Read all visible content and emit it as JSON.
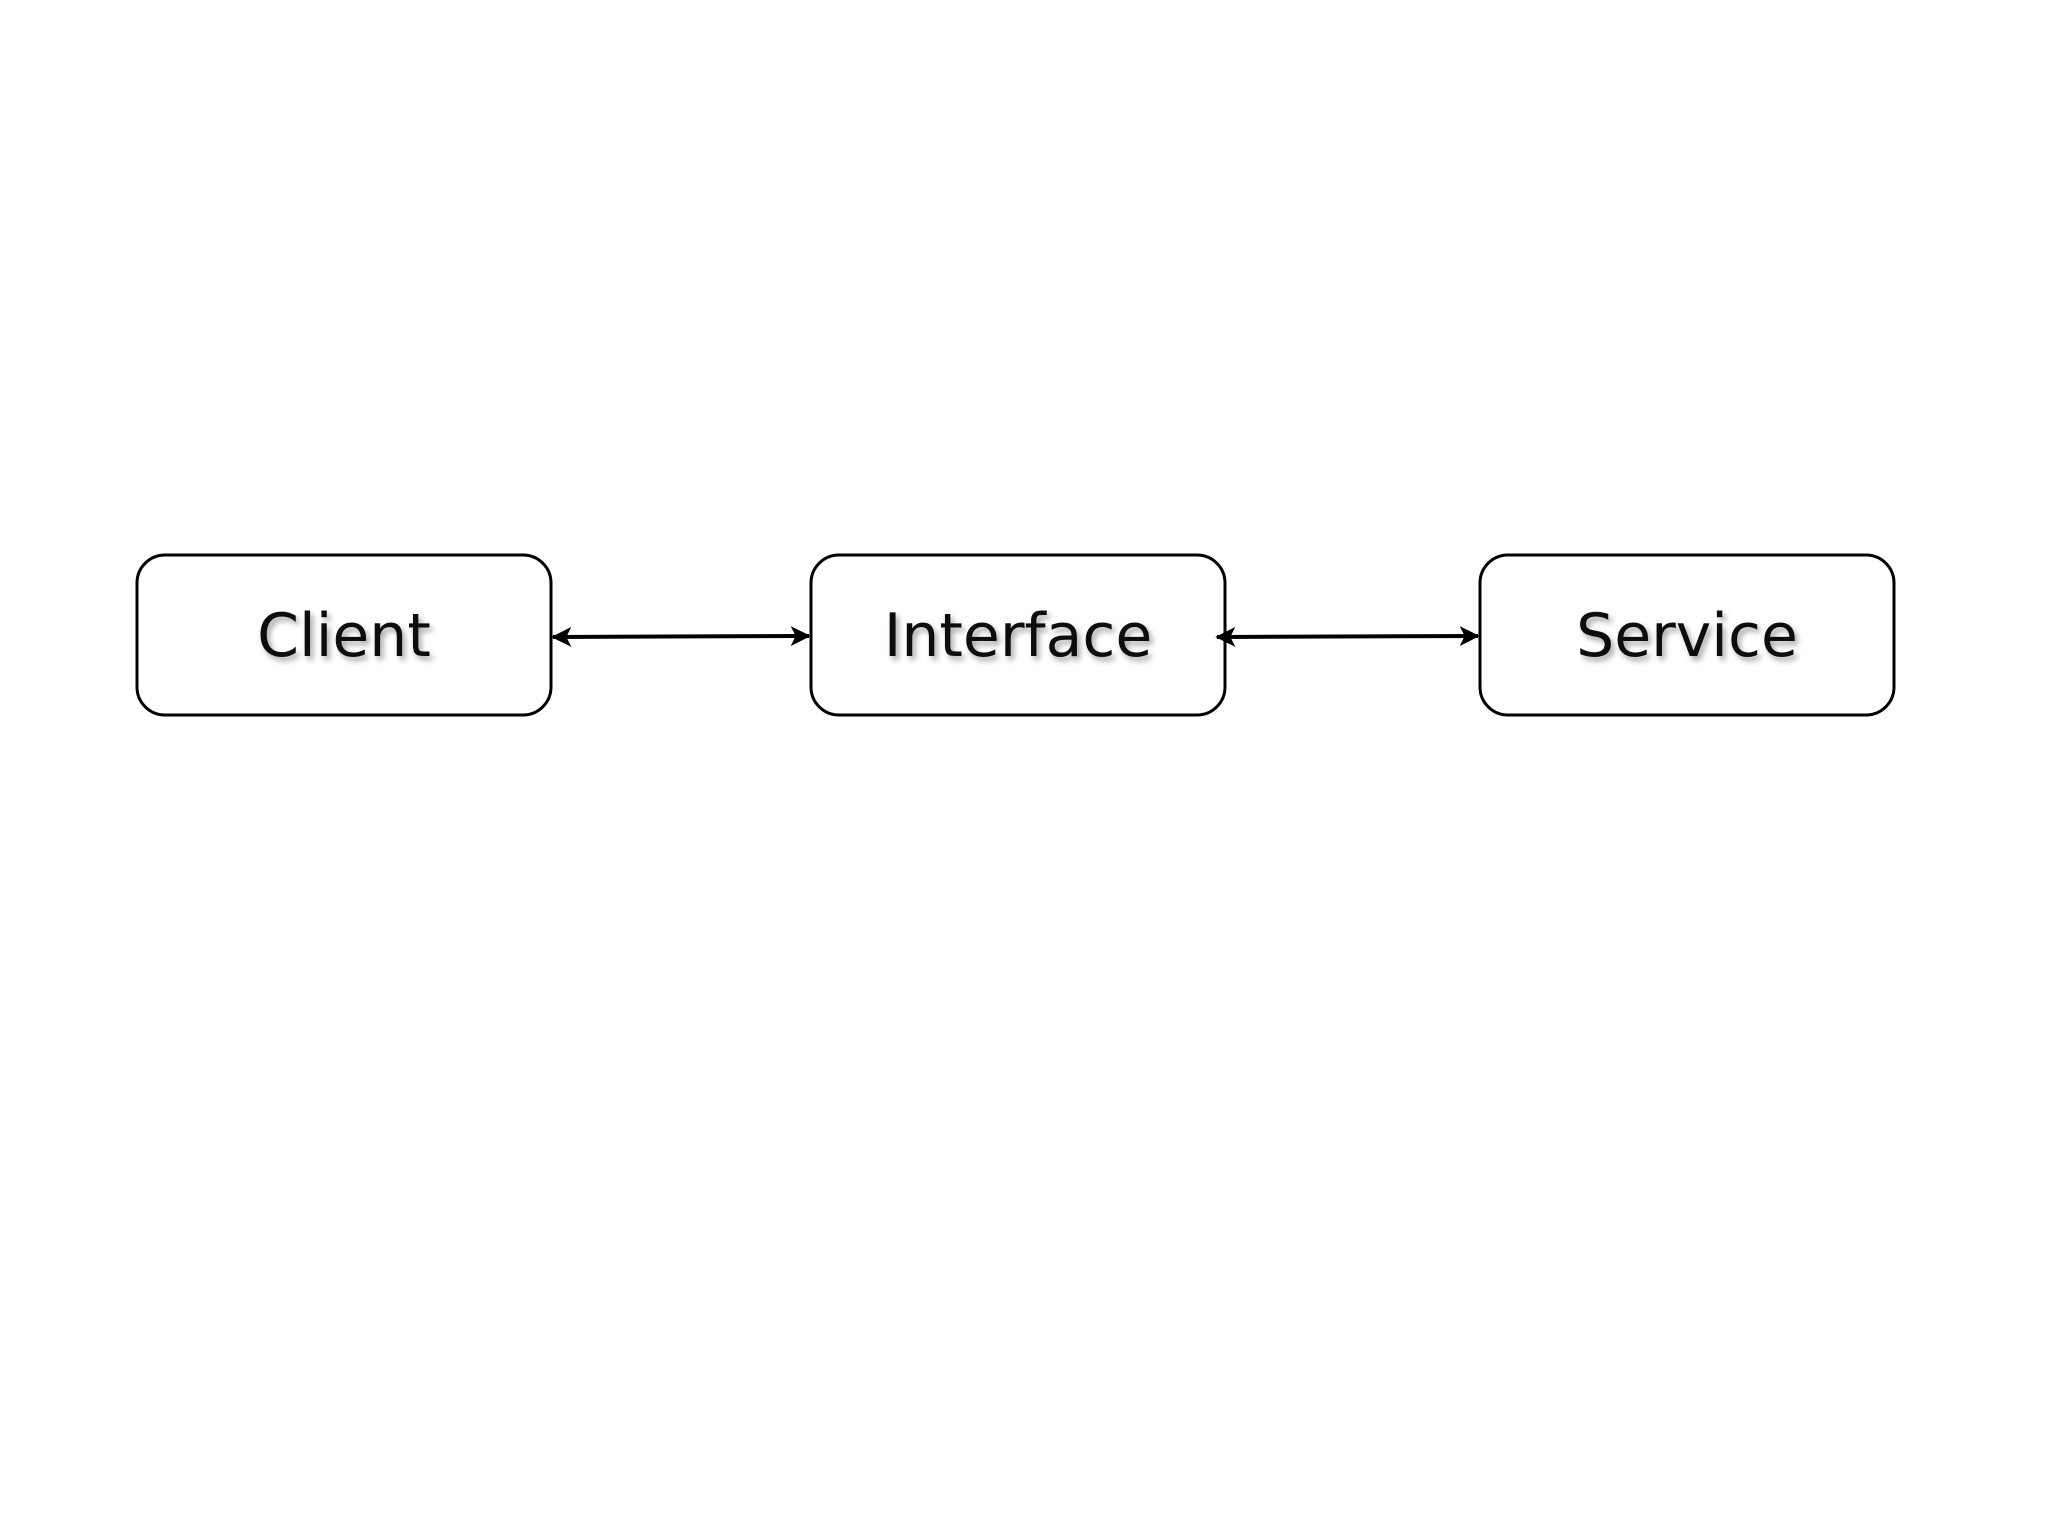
{
  "diagram": {
    "nodes": [
      {
        "id": "client",
        "label": "Client"
      },
      {
        "id": "interface",
        "label": "Interface"
      },
      {
        "id": "service",
        "label": "Service"
      }
    ],
    "edges": [
      {
        "from": "client",
        "to": "interface",
        "direction": "bidirectional"
      },
      {
        "from": "interface",
        "to": "service",
        "direction": "bidirectional"
      }
    ],
    "colors": {
      "stroke": "#000000",
      "fill": "#ffffff",
      "text": "#111111"
    }
  }
}
